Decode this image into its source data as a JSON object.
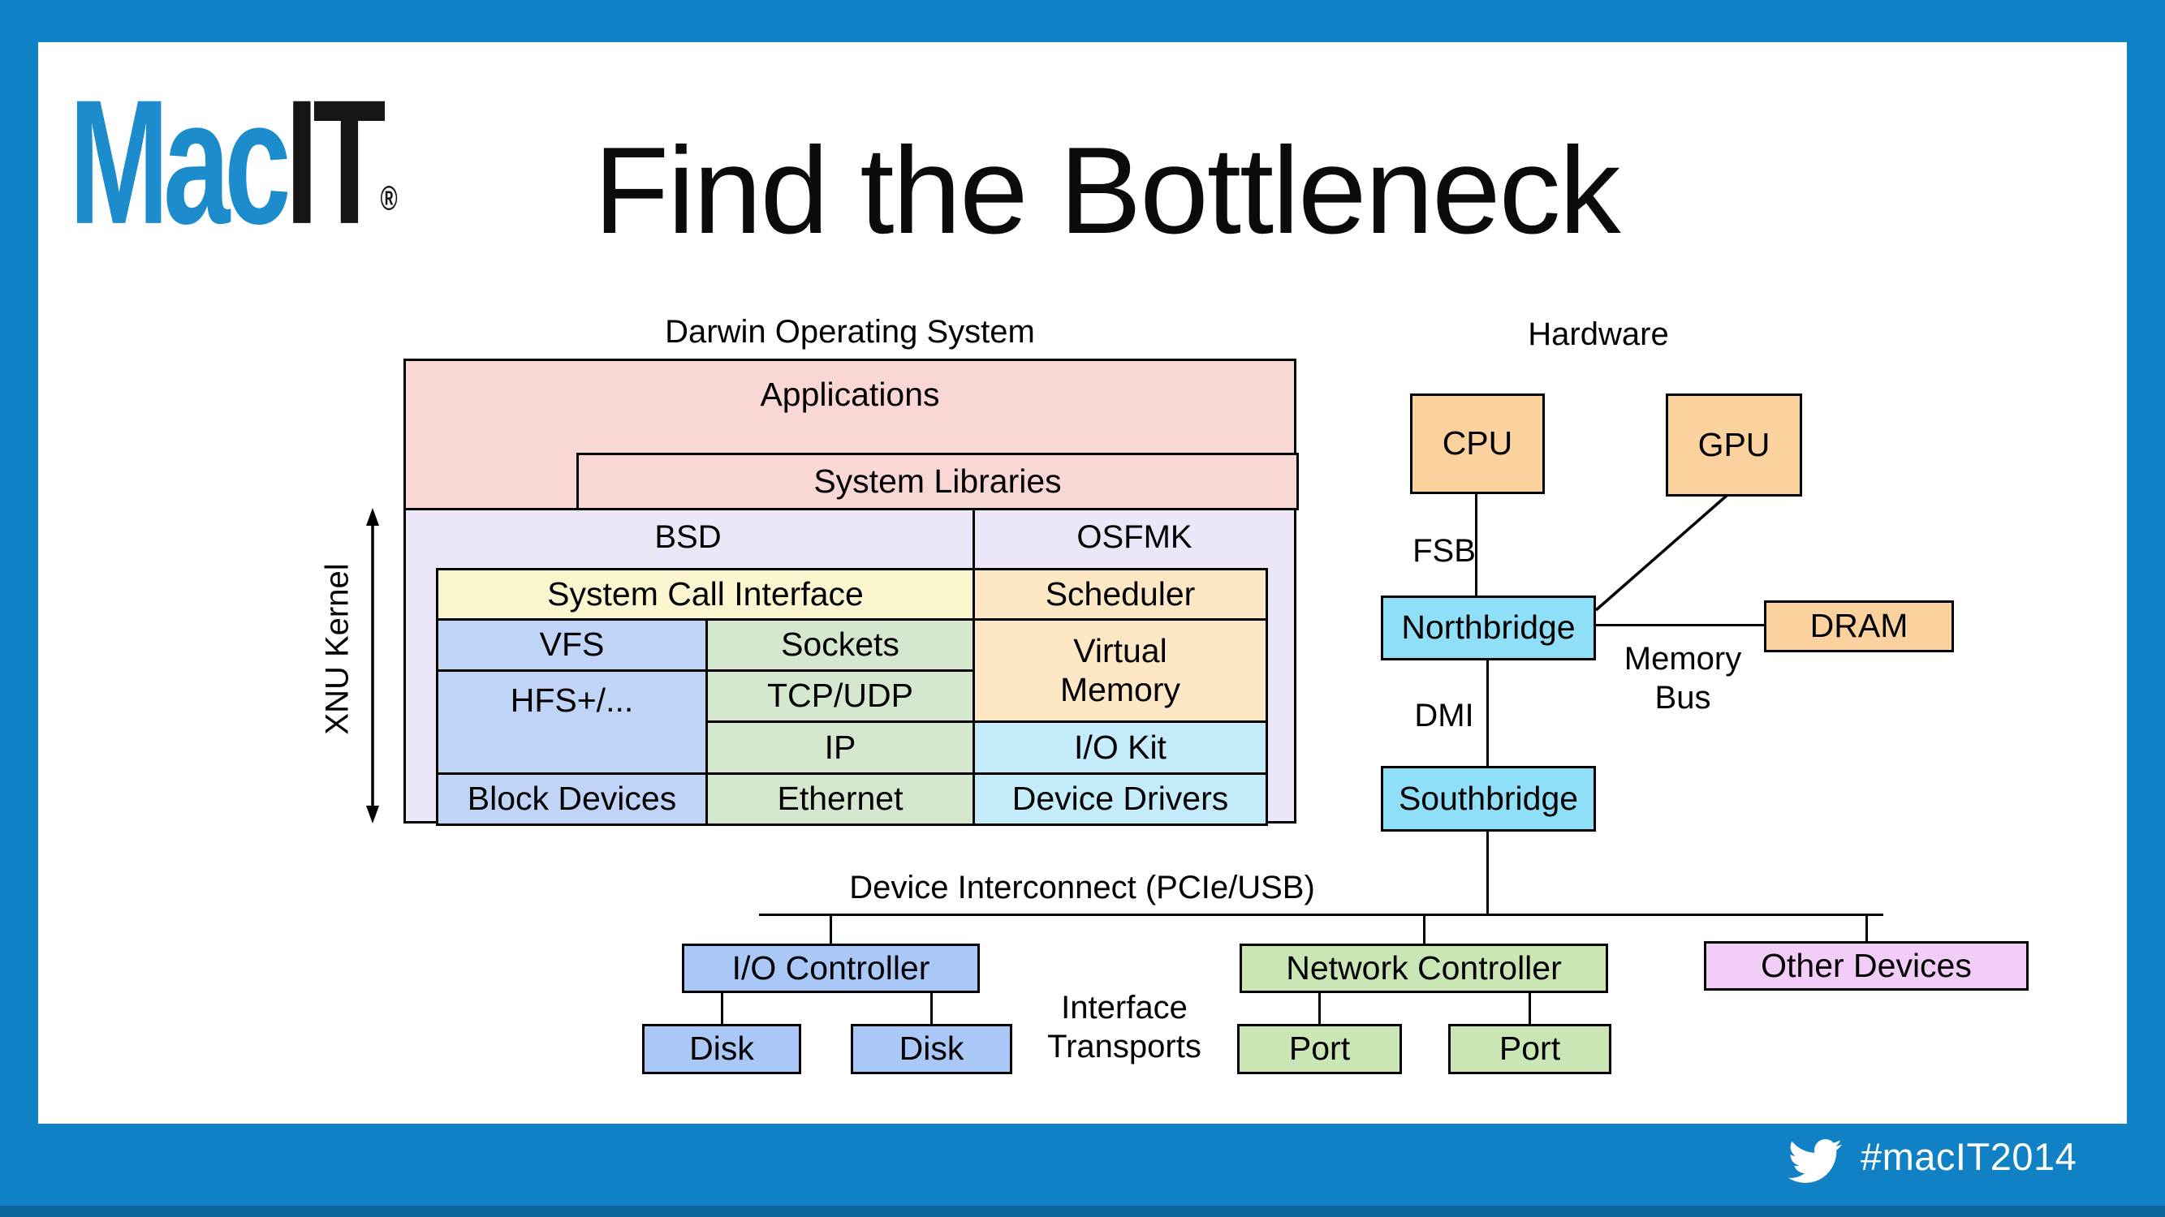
{
  "logo": {
    "mac": "Mac",
    "it": "IT",
    "registered": "®"
  },
  "title": "Find the Bottleneck",
  "darwin": {
    "heading": "Darwin Operating System",
    "applications": "Applications",
    "system_libraries": "System Libraries",
    "bsd": "BSD",
    "osfmk": "OSFMK",
    "xnu_kernel": "XNU Kernel",
    "system_call_interface": "System Call Interface",
    "scheduler": "Scheduler",
    "vfs": "VFS",
    "sockets": "Sockets",
    "virtual_memory": "Virtual\nMemory",
    "hfs": "HFS+/...",
    "tcp_udp": "TCP/UDP",
    "ip": "IP",
    "io_kit": "I/O Kit",
    "block_devices": "Block Devices",
    "ethernet": "Ethernet",
    "device_drivers": "Device Drivers"
  },
  "hardware": {
    "heading": "Hardware",
    "cpu": "CPU",
    "gpu": "GPU",
    "fsb": "FSB",
    "northbridge": "Northbridge",
    "dram": "DRAM",
    "memory_bus": "Memory\nBus",
    "dmi": "DMI",
    "southbridge": "Southbridge"
  },
  "interconnect": {
    "label": "Device Interconnect (PCIe/USB)",
    "io_controller": "I/O Controller",
    "interface_transports": "Interface\nTransports",
    "network_controller": "Network Controller",
    "other_devices": "Other Devices",
    "disk_left": "Disk",
    "disk_right": "Disk",
    "port_left": "Port",
    "port_right": "Port"
  },
  "footer": {
    "hashtag": "#macIT2014"
  },
  "colors": {
    "frame_blue": "#1181c5",
    "frame_blue_dark": "#0c659c",
    "pink": "#f9d7d5",
    "lavender": "#ece6f8",
    "yellow": "#fcf6d0",
    "peach": "#fde7c4",
    "kernel_blue": "#bfd4f7",
    "green": "#d5e7ce",
    "cyan": "#c5ecfb",
    "orange": "#fbd19e",
    "bridge_cyan": "#8edff7",
    "controller_blue": "#a9c7f7",
    "controller_green": "#c9e6b4",
    "other_purple": "#f2cdf8"
  }
}
